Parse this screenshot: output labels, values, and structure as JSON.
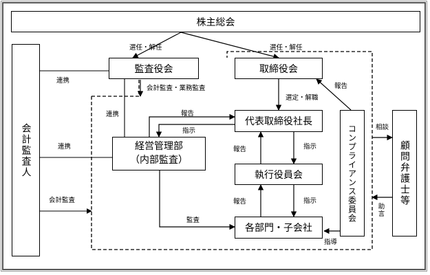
{
  "diagram": {
    "title": "コーポレート・ガバナンス体制図",
    "nodes": {
      "shareholders_meeting": "株主総会",
      "audit_board": "監査役会",
      "board_of_directors": "取締役会",
      "president": "代表取締役社長",
      "management_dept": "経営管理部",
      "management_dept_sub": "（内部監査）",
      "executive_officers": "執行役員会",
      "divisions_subsidiaries": "各部門・子会社",
      "accounting_auditor": "会計監査人",
      "compliance_committee": "コンプライアンス委員会",
      "legal_advisors": "顧問弁護士等"
    },
    "edges": {
      "appoint_dismiss_audit": "選任・解任",
      "appoint_dismiss_board": "選任・解任",
      "accounting_business_audit": "会計監査・業務監査",
      "cooperation_top": "連携",
      "cooperation_mid": "連携",
      "cooperation_left": "連携",
      "accounting_audit": "会計監査",
      "select_dismiss": "選定・解職",
      "report_to_board": "報告",
      "report_to_president_from_mgmt": "報告",
      "instruct_to_mgmt": "指示",
      "report_exec_to_president": "報告",
      "instruct_president_to_exec": "指示",
      "report_div_to_exec": "報告",
      "instruct_exec_to_div": "指示",
      "audit": "監査",
      "guidance": "指導",
      "consult": "相談",
      "advice": "助言"
    }
  }
}
